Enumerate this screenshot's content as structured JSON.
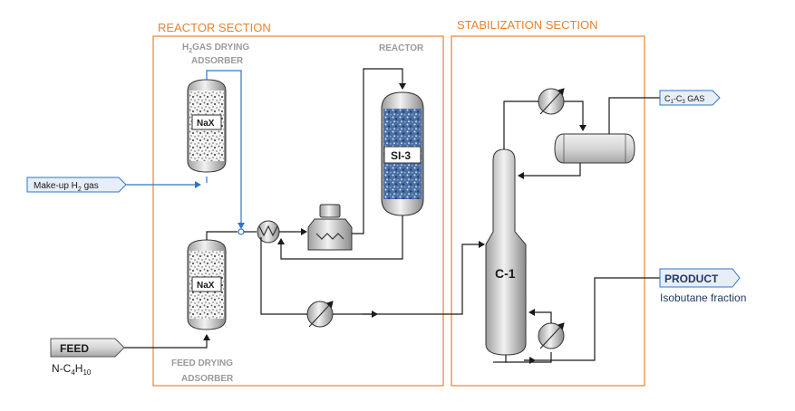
{
  "sections": {
    "reactor": {
      "title": "REACTOR SECTION"
    },
    "stabilization": {
      "title": "STABILIZATION SECTION"
    }
  },
  "labels": {
    "h2_drying_line1": "H",
    "h2_drying_sub": "2",
    "h2_drying_line1b": "GAS DRYING",
    "h2_drying_line2": "ADSORBER",
    "reactor": "REACTOR",
    "feed_drying_line1": "FEED DRYING",
    "feed_drying_line2": "ADSORBER",
    "nax_top": "NaX",
    "nax_bottom": "NaX",
    "si3": "SI-3",
    "column": "C-1"
  },
  "streams": {
    "makeup": {
      "text_a": "Make-up H",
      "sub": "2",
      "text_b": " gas"
    },
    "feed": {
      "text": "FEED"
    },
    "feed_formula": {
      "a": "N-C",
      "sub1": "4",
      "b": "H",
      "sub2": "10"
    },
    "gas": {
      "a": "C",
      "sub1": "1",
      "b": "-C",
      "sub2": "3",
      "c": " GAS"
    },
    "product": {
      "text": "PRODUCT"
    },
    "product_desc": "Isobutane fraction"
  },
  "colors": {
    "section_border": "#e8822e",
    "pipe": "#1a1a1a",
    "h2_line": "#2e75c8",
    "equipment_fill": "#d9d9d9",
    "catalyst": "#5b7fb0"
  }
}
